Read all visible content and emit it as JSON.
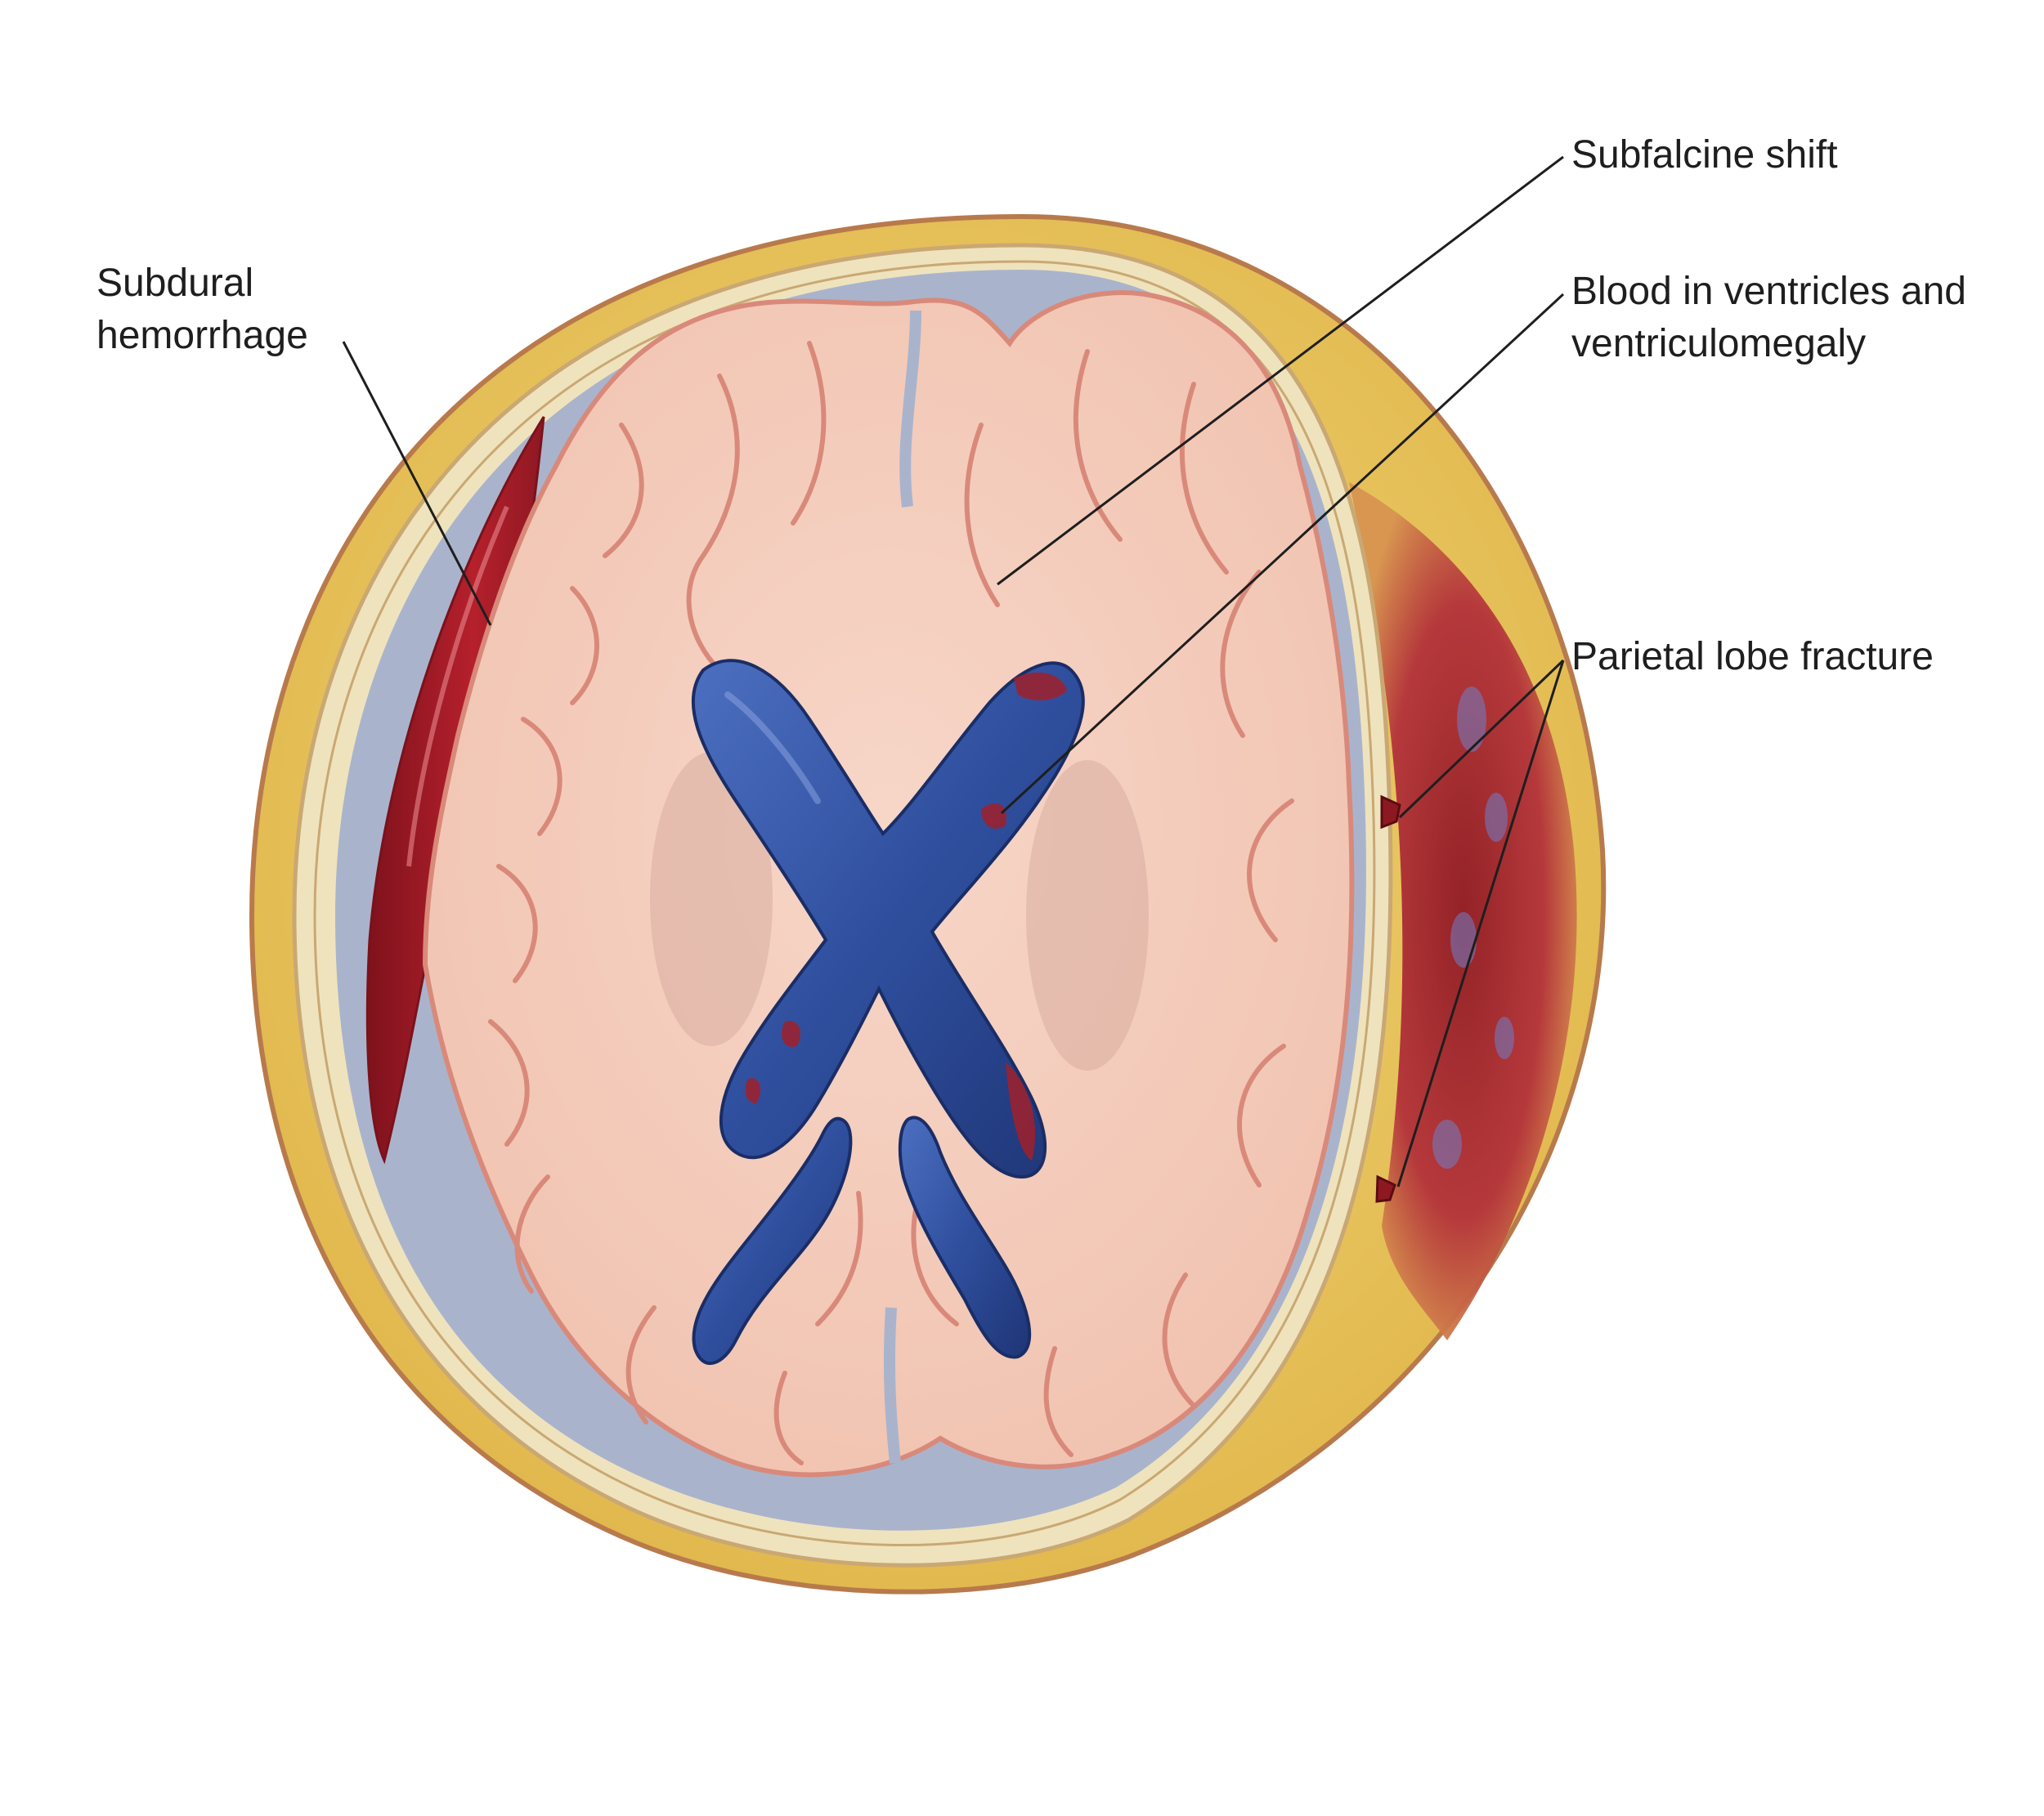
{
  "labels": {
    "subdural": {
      "line1": "Subdural",
      "line2": "hemorrhage"
    },
    "subfalcine": "Subfalcine shift",
    "ventricles": {
      "line1": "Blood in ventricles and",
      "line2": "ventriculomegaly"
    },
    "fracture": "Parietal lobe fracture"
  },
  "colors": {
    "scalp": "#e8c45a",
    "scalp_edge": "#b87a4c",
    "bone": "#efe3bd",
    "csf": "#a9b4cc",
    "brain": "#f4c9b8",
    "brain_outline": "#d9897a",
    "ventricle": "#2e4d9a",
    "hemorrhage": "#a0202a",
    "leader": "#1e1e1e"
  }
}
